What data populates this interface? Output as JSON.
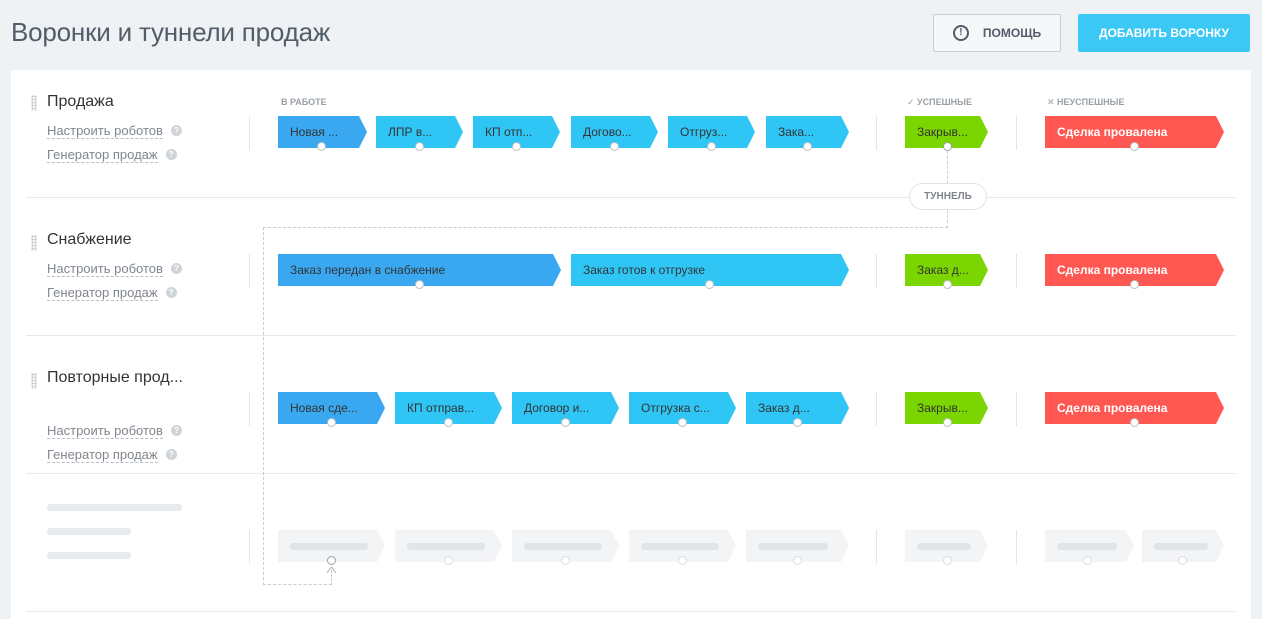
{
  "page_title": "Воронки и туннели продаж",
  "header": {
    "help_label": "ПОМОЩЬ",
    "help_icon": "!",
    "add_label": "ДОБАВИТЬ ВОРОНКУ"
  },
  "groups": {
    "in_work": "В РАБОТЕ",
    "success": "✓  УСПЕШНЫЕ",
    "fail": "✕  НЕУСПЕШНЫЕ"
  },
  "tunnel_label": "ТУННЕЛЬ",
  "funnels": [
    {
      "title": "Продажа",
      "robots_label": "Настроить роботов",
      "generator_label": "Генератор продаж",
      "stages": [
        "Новая ...",
        "ЛПР в...",
        "КП отп...",
        "Догово...",
        "Отгруз...",
        "Зака..."
      ],
      "success": "Закрыв...",
      "fail": "Сделка провалена"
    },
    {
      "title": "Снабжение",
      "robots_label": "Настроить роботов",
      "generator_label": "Генератор продаж",
      "stages": [
        "Заказ передан в снабжение",
        "Заказ готов к отгрузке"
      ],
      "success": "Заказ д...",
      "fail": "Сделка провалена"
    },
    {
      "title": "Повторные прод...",
      "robots_label": "Настроить роботов",
      "generator_label": "Генератор продаж",
      "stages": [
        "Новая сде...",
        "КП отправ...",
        "Договор и...",
        "Отгрузка с...",
        "Заказ д..."
      ],
      "success": "Закрыв...",
      "fail": "Сделка провалена"
    }
  ],
  "colors": {
    "stage_blue": "#3aa8f0",
    "stage_cyan": "#2fc6f6",
    "success_green": "#7bd500",
    "fail_red": "#ff5752",
    "add_button": "#3bc8f5"
  }
}
